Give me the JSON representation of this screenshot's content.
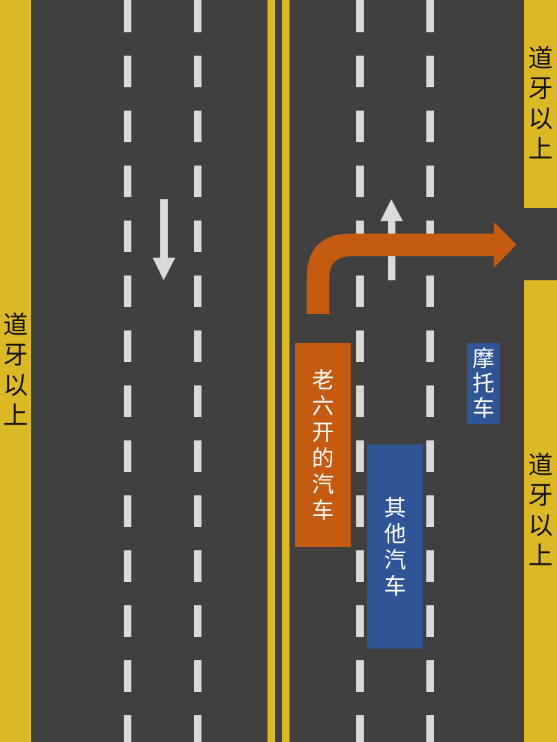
{
  "scene": {
    "type": "road-lane-diagram",
    "colors": {
      "road": "#404040",
      "curb": "#dcb825",
      "lane_dash": "#dadada",
      "center_line": "#dcb825",
      "player_car": "#c55a11",
      "other_vehicle": "#2f5597",
      "arrow_white": "#dadada",
      "turn_arrow": "#c55a11"
    }
  },
  "curbs": {
    "left": {
      "label": [
        "道",
        "牙",
        "以",
        "上"
      ]
    },
    "right_top": {
      "label": [
        "道",
        "牙",
        "以",
        "上"
      ]
    },
    "right_bottom": {
      "label": [
        "道",
        "牙",
        "以",
        "上"
      ]
    }
  },
  "vehicles": {
    "player_car": {
      "label": [
        "老",
        "六",
        "开",
        "的",
        "汽",
        "车"
      ]
    },
    "other_car": {
      "label": [
        "其",
        "他",
        "汽",
        "车"
      ]
    },
    "motorcycle": {
      "label": [
        "摩",
        "托",
        "车"
      ]
    }
  },
  "arrows": {
    "left_lane": "down-arrow",
    "right_lane": "up-arrow",
    "turn": "right-turn-arrow"
  }
}
